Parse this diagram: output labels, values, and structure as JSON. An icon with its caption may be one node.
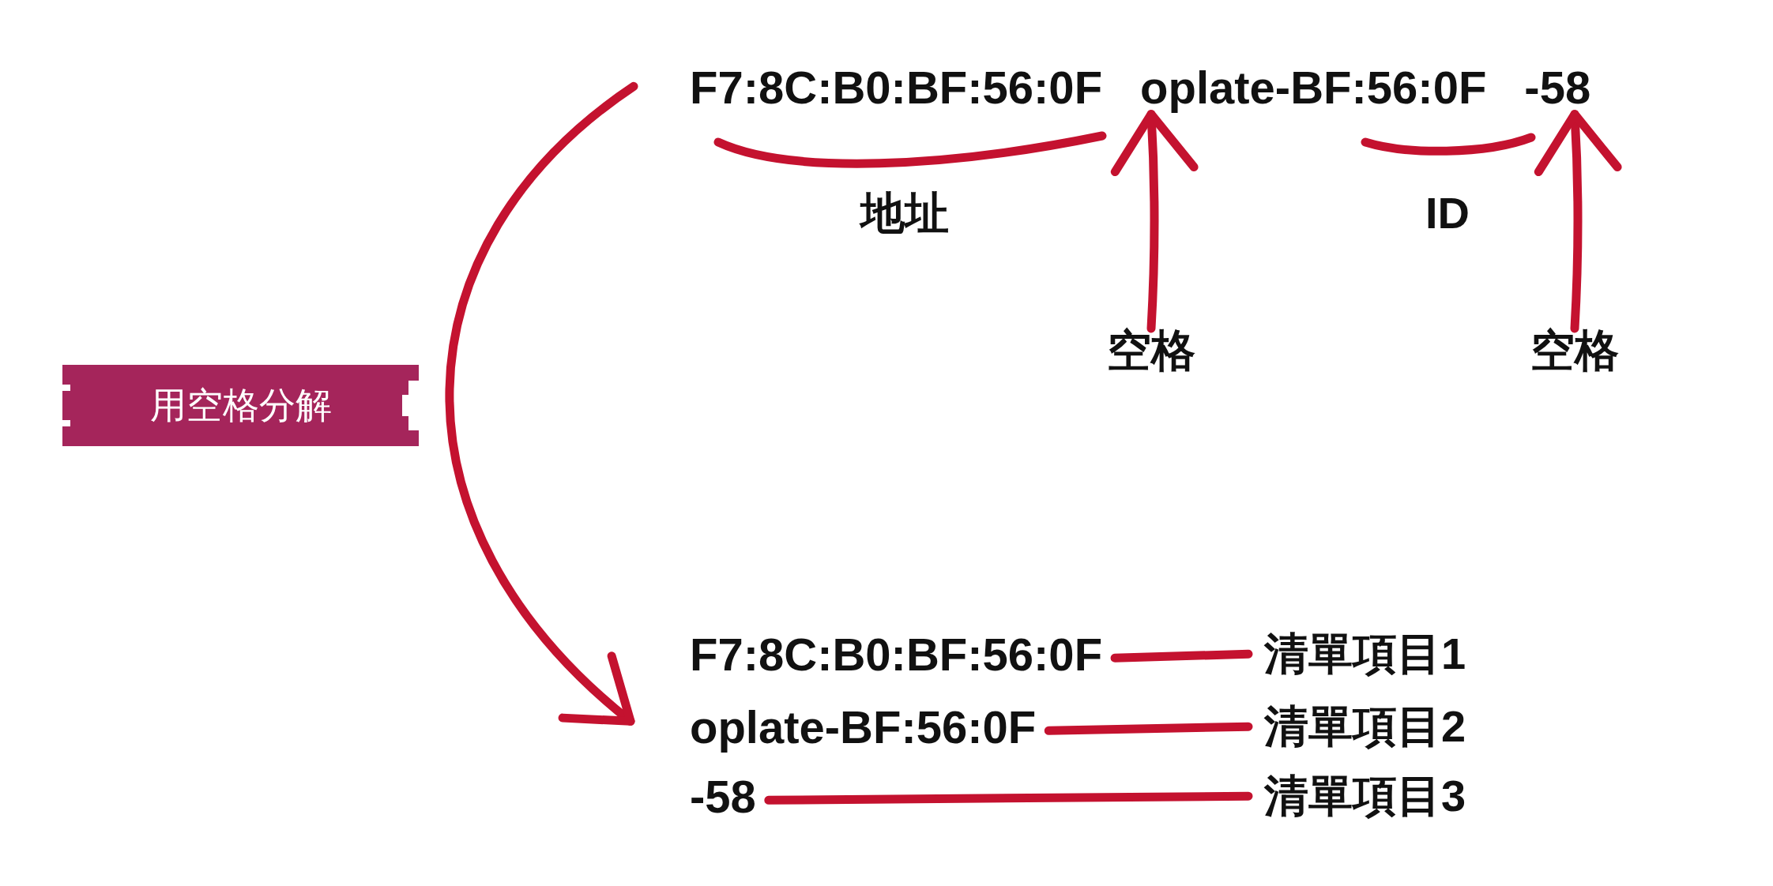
{
  "diagram": {
    "nodes": [
      {
        "text": [
          "用空格分解"
        ]
      },
      {
        "text": [
          "F7:8C:B0:BF:56:0F oplate-BF:56:0F -58"
        ]
      },
      {
        "text": [
          "F7:8C:B0:BF:56:0F"
        ]
      },
      {
        "text": [
          "oplate-BF:56:0F"
        ]
      },
      {
        "text": [
          "-58"
        ]
      },
      {
        "text": [
          "清單項目1"
        ]
      },
      {
        "text": [
          "清單項目2"
        ]
      },
      {
        "text": [
          "清單項目3"
        ]
      },
      {
        "text": [
          "空格"
        ]
      },
      {
        "text": [
          "空格"
        ]
      }
    ],
    "edges": [
      {
        "from": 1,
        "to": 3,
        "arrow": "to"
      },
      {
        "from": 2,
        "to": 5,
        "arrow": "none"
      },
      {
        "from": 3,
        "to": 6,
        "arrow": "none"
      },
      {
        "from": 4,
        "to": 7,
        "arrow": "none"
      },
      {
        "from": 8,
        "to": 1,
        "arrow": "to"
      },
      {
        "from": 9,
        "to": 1,
        "arrow": "to"
      }
    ],
    "labels": [
      "地址",
      "ID"
    ]
  }
}
